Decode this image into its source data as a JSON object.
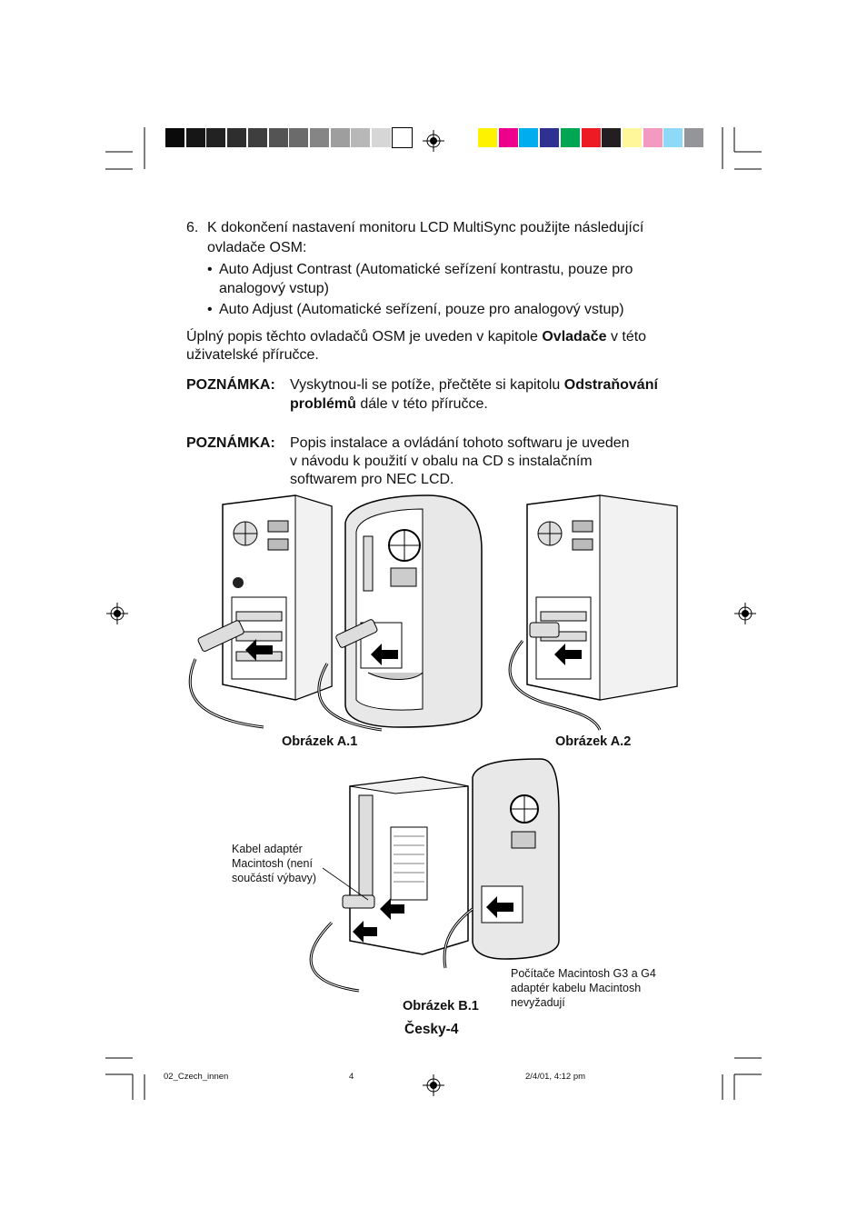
{
  "color_bars": {
    "gray": [
      "#0a0a0a",
      "#161616",
      "#222222",
      "#2e2e2e",
      "#3e3e3e",
      "#545454",
      "#6b6b6b",
      "#858585",
      "#9e9e9e",
      "#b8b8b8",
      "#d6d6d6",
      "#ffffff"
    ],
    "process": [
      "#fff200",
      "#ec008c",
      "#00aeef",
      "#2e3192",
      "#00a651",
      "#ed1c24",
      "#231f20",
      "#fff799",
      "#f49ac1",
      "#8ed8f8",
      "#939598"
    ]
  },
  "step": {
    "number": "6.",
    "line1": "K dokončení nastavení monitoru LCD MultiSync použijte následující",
    "line2": "ovladače OSM:",
    "bullets": [
      {
        "line1": "Auto Adjust Contrast (Automatické seřízení kontrastu, pouze pro",
        "line2": "analogový vstup)"
      },
      {
        "line1": "Auto Adjust (Automatické seřízení, pouze pro analogový vstup)",
        "line2": ""
      }
    ]
  },
  "desc": {
    "line1_pre": "Úplný popis těchto ovladačů OSM je uveden v kapitole ",
    "line1_bold": "Ovladače",
    "line1_post": " v této",
    "line2": "uživatelské příručce."
  },
  "note1": {
    "label": "POZNÁMKA:",
    "line1_pre": "Vyskytnou-li se potíže, přečtěte si kapitolu ",
    "line1_bold": "Odstraňování",
    "line2_bold": "problémů",
    "line2_post": " dále v této příručce."
  },
  "note2": {
    "label": "POZNÁMKA:",
    "line1": "Popis instalace a ovládání tohoto softwaru je uveden",
    "line2": "v návodu k použití v obalu na CD s instalačním",
    "line3": "softwarem pro NEC LCD."
  },
  "figures": {
    "a1": "Obrázek A.1",
    "a2": "Obrázek A.2",
    "b1": "Obrázek B.1",
    "callout_left": [
      "Kabel adaptér",
      "Macintosh (není",
      "součástí výbavy)"
    ],
    "callout_right": [
      "Počítače Macintosh G3 a G4",
      "adaptér kabelu Macintosh",
      "nevyžadují"
    ]
  },
  "page_label": "Česky-4",
  "footer": {
    "file": "02_Czech_innen",
    "page": "4",
    "date": "2/4/01, 4:12 pm"
  }
}
